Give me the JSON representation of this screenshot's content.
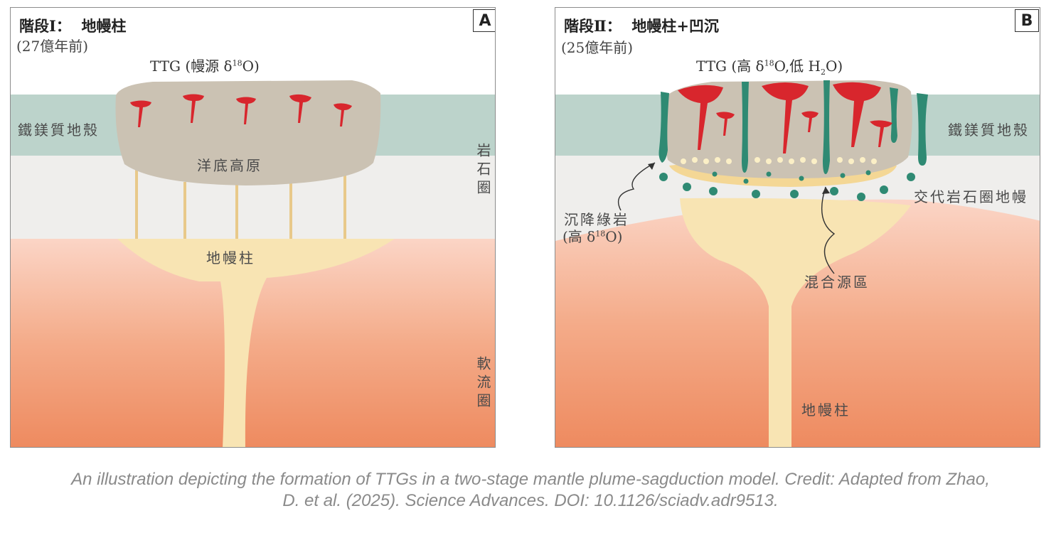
{
  "panel_a": {
    "letter": "A",
    "stage_prefix": "階段",
    "stage_numeral": "Ⅰ",
    "stage_sep": "：",
    "stage_name": "地幔柱",
    "age": "(27億年前)",
    "ttg_prefix": "TTG (幔源 δ",
    "ttg_sup": "18",
    "ttg_suffix": "O)",
    "crust": "鐵鎂質地殼",
    "plateau": "洋底高原",
    "lithosphere": "岩石圈",
    "plume": "地幔柱",
    "asthenosphere": "軟流圈"
  },
  "panel_b": {
    "letter": "B",
    "stage_prefix": "階段",
    "stage_numeral": "Ⅱ",
    "stage_sep": "：",
    "stage_name": "地幔柱+凹沉",
    "age": "(25億年前)",
    "ttg_prefix": "TTG (高 δ",
    "ttg_sup": "18",
    "ttg_middle": "O,低 H",
    "ttg_sub": "2",
    "ttg_suffix": "O)",
    "crust": "鐵鎂質地殼",
    "metasomatized": "交代岩石圈地幔",
    "sagduction_name": "沉降綠岩",
    "sagduction_detail_prefix": "(高 δ",
    "sagduction_detail_sup": "18",
    "sagduction_detail_suffix": "O)",
    "mixed_source": "混合源區",
    "plume": "地幔柱"
  },
  "caption": {
    "line1": "An illustration depicting the formation of TTGs in a two-stage mantle plume-sagduction model. Credit: Adapted from Zhao,",
    "line2": "D. et al. (2025). Science Advances. DOI: 10.1126/sciadv.adr9513."
  },
  "colors": {
    "crust": "#bcd3cb",
    "lithosphere": "#efeeec",
    "plateau": "#cbc2b3",
    "plume": "#f8e4b3",
    "asthenosphere_top": "#fbd3c4",
    "asthenosphere_bottom": "#ef8a60",
    "ttg_red": "#d8262d",
    "greenstone": "#2f8a73"
  }
}
